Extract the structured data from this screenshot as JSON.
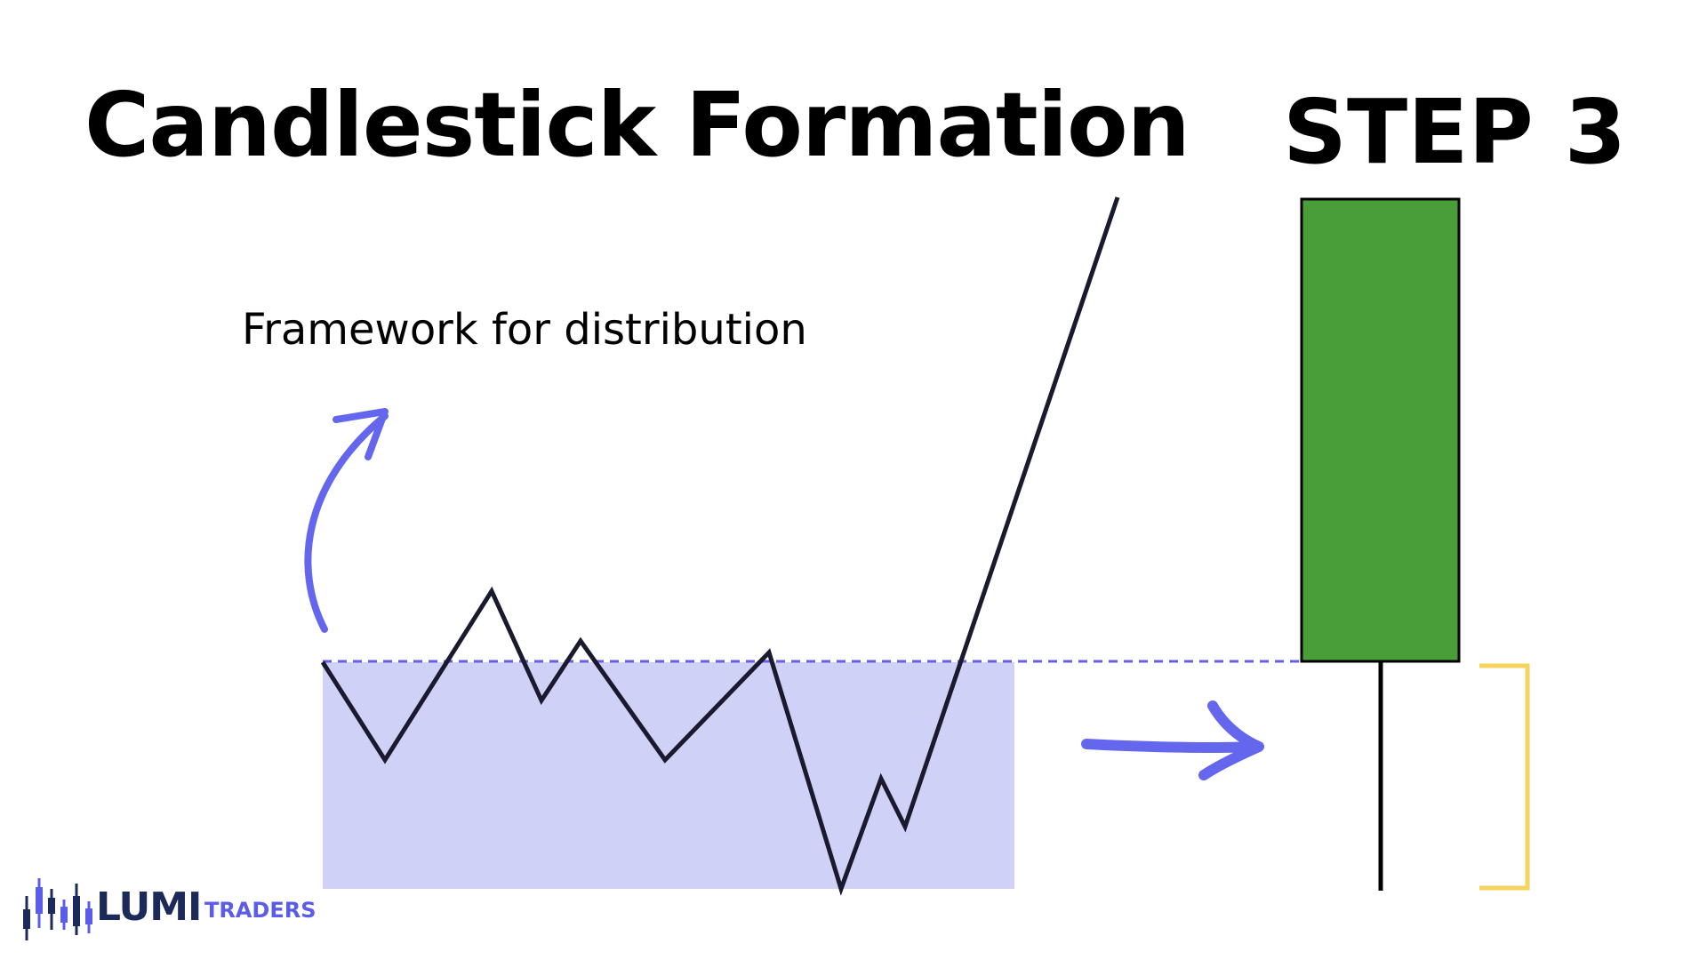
{
  "header": {
    "title": "Candlestick Formation",
    "step": "STEP 3"
  },
  "annotation": {
    "text": "Framework for distribution"
  },
  "logo": {
    "main_text": "LUMI",
    "sub_text": "TRADERS"
  },
  "colors": {
    "zone_fill": "#d0d1f7",
    "dashed_line": "#6a5fe0",
    "arrow": "#6467ee",
    "candle_body": "#4a9e3a",
    "bracket": "#f5d35c",
    "price_line": "#1a1a2e"
  },
  "icons": [
    "curved-up-arrow-icon",
    "right-arrow-icon",
    "candlestick-logo-icon"
  ]
}
